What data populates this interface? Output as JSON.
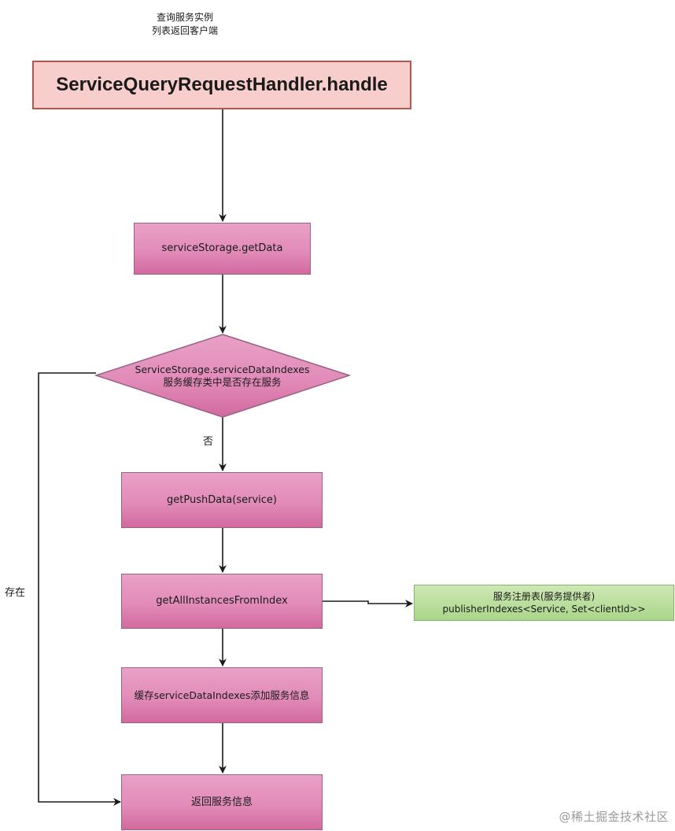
{
  "note": {
    "line1": "查询服务实例",
    "line2": "列表返回客户端"
  },
  "nodes": {
    "handler": "ServiceQueryRequestHandler.handle",
    "get_data": "serviceStorage.getData",
    "decision_line1": "ServiceStorage.serviceDataIndexes",
    "decision_line2": "服务缓存类中是否存在服务",
    "get_push_data": "getPushData(service)",
    "get_all_instances": "getAllInstancesFromIndex",
    "cache_add": "缓存serviceDataIndexes添加服务信息",
    "return_info": "返回服务信息",
    "registry_line1": "服务注册表(服务提供者)",
    "registry_line2": "publisherIndexes<Service, Set<clientId>>"
  },
  "edge_labels": {
    "no": "否",
    "exists": "存在"
  },
  "watermark": "@稀土掘金技术社区",
  "colors": {
    "title_fill": "#f8cecc",
    "title_stroke": "#b85450",
    "node_fill": "#e28bb9",
    "node_stroke": "#996185",
    "registry_fill": "#b4dc96",
    "registry_stroke": "#82b366",
    "edge": "#1a1a1a"
  }
}
